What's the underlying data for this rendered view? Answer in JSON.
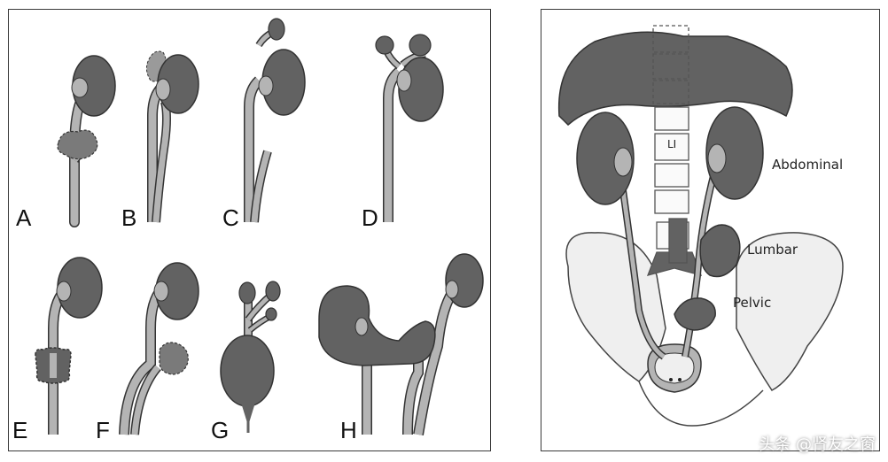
{
  "left_figure": {
    "panels": [
      "A",
      "B",
      "C",
      "D",
      "E",
      "F",
      "G",
      "H"
    ]
  },
  "right_figure": {
    "labels": {
      "abdominal": "Abdominal",
      "lumbar": "Lumbar",
      "pelvic": "Pelvic",
      "vertebra": "LI"
    }
  },
  "watermark": "头条 @肾友之窗",
  "colors": {
    "kidney": "#626262",
    "tube": "#b4b4b4",
    "outline": "#333333",
    "organ_light": "#efefef"
  }
}
